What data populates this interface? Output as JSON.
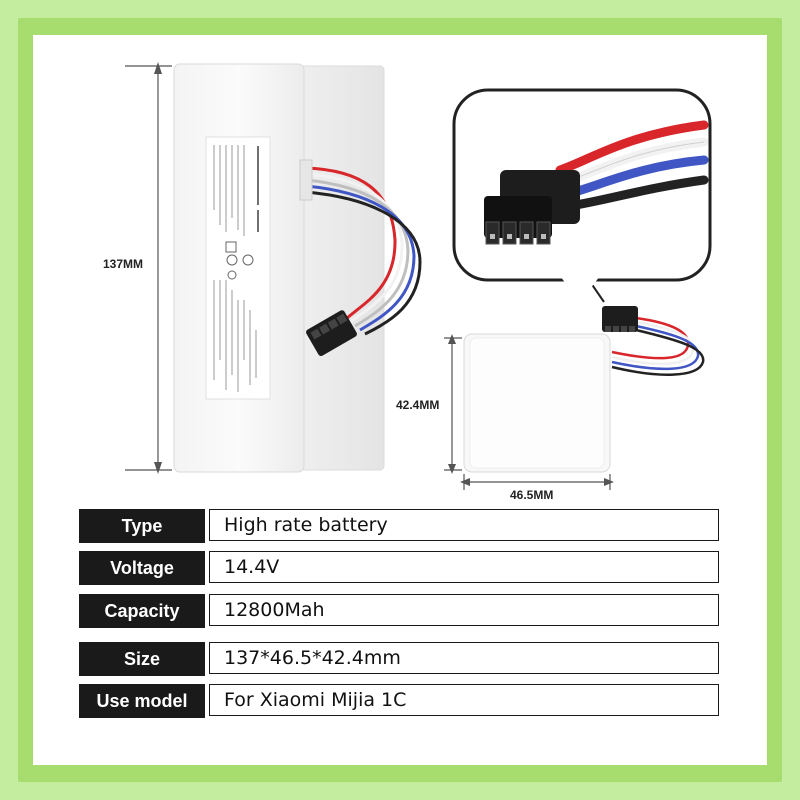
{
  "dimensions": {
    "height": "137MM",
    "depth": "42.4MM",
    "width": "46.5MM"
  },
  "specs": [
    {
      "label": "Type",
      "value": "High rate battery"
    },
    {
      "label": "Voltage",
      "value": "14.4V"
    },
    {
      "label": "Capacity",
      "value": "12800Mah"
    },
    {
      "label": "Size",
      "value": "137*46.5*42.4mm"
    },
    {
      "label": "Use model",
      "value": "For Xiaomi Mijia 1C"
    }
  ],
  "colors": {
    "frame_light": "#c4eda0",
    "frame_dark": "#a7dd6f",
    "spec_key_bg": "#1a1a1a",
    "wire_red": "#d8262b",
    "wire_white": "#f2f2f2",
    "wire_blue": "#3f56c4",
    "wire_black": "#222222"
  }
}
